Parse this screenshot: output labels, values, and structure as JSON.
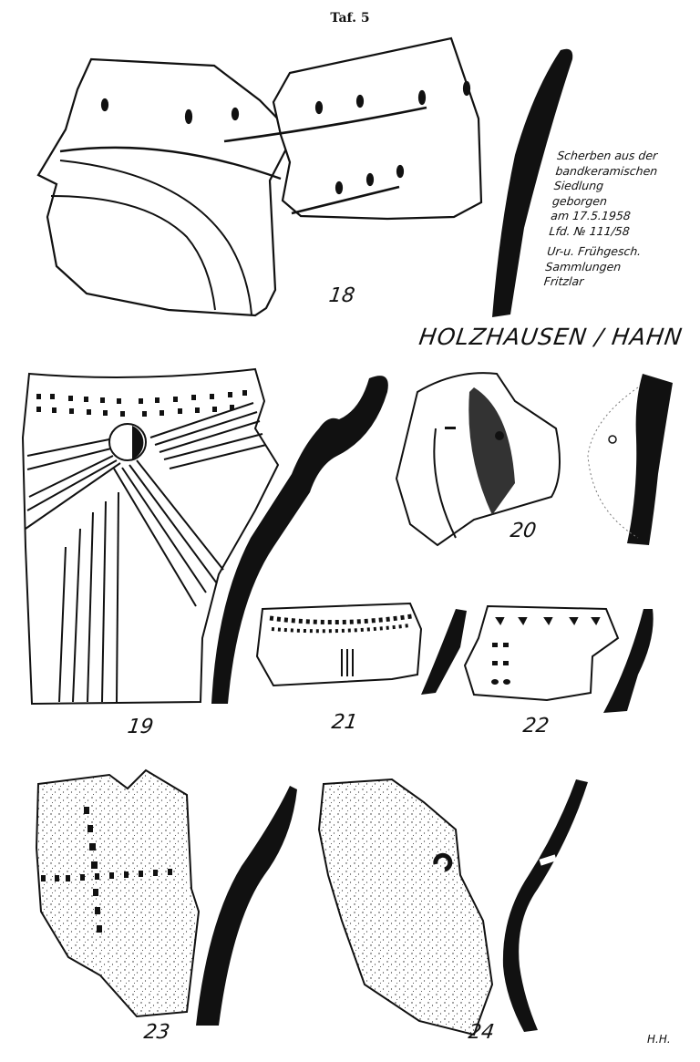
{
  "plate_label": "Taf. 5",
  "caption_lines": [
    "Scherben aus der",
    "bandkeramischen",
    "Siedlung",
    "geborgen",
    "am 17.5.1958",
    "Lfd. № 111/58",
    "Ur-u. Frühgesch.",
    "Sammlungen",
    "Fritzlar"
  ],
  "site_name": "HOLZHAUSEN / HAHN",
  "sherd_numbers": [
    "18",
    "19",
    "20",
    "21",
    "22",
    "23",
    "24"
  ],
  "initials": "H.H."
}
